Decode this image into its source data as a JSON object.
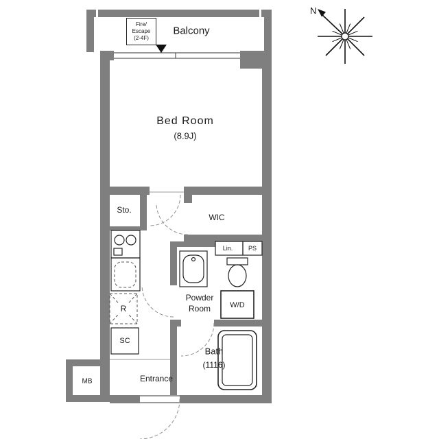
{
  "plan": {
    "balcony": {
      "label": "Balcony"
    },
    "fire_escape": {
      "line1": "Fire/",
      "line2": "Escape",
      "line3": "(2-4F)"
    },
    "bedroom": {
      "name": "Bed Room",
      "size": "(8.9J)"
    },
    "storage": {
      "label": "Sto."
    },
    "wic": {
      "label": "WIC"
    },
    "linen": {
      "label": "Lin."
    },
    "pipe_space": {
      "label": "PS"
    },
    "powder_room": {
      "line1": "Powder",
      "line2": "Room"
    },
    "washer_dryer": {
      "label": "W/D"
    },
    "refrigerator": {
      "label": "R"
    },
    "shoe_closet": {
      "label": "SC"
    },
    "bath": {
      "name": "Bath",
      "size": "(1116)"
    },
    "entrance": {
      "label": "Entrance"
    },
    "meter_box": {
      "label": "MB"
    },
    "compass": {
      "north": "N"
    }
  },
  "colors": {
    "wall": "#7f7f7f",
    "line": "#1a1a1a",
    "door_arc": "#8f8f8f"
  }
}
